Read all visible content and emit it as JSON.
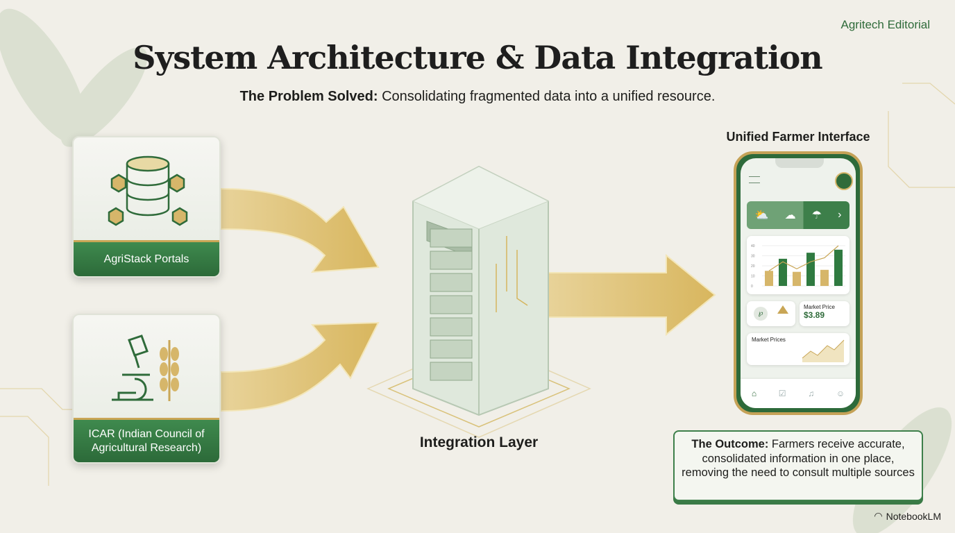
{
  "brand": "Agritech Editorial",
  "title": "System Architecture & Data Integration",
  "subtitle": {
    "lead": "The Problem Solved:",
    "text": " Consolidating fragmented data into a unified resource."
  },
  "sources": [
    {
      "label": "AgriStack Portals",
      "icon": "database-icon"
    },
    {
      "label": "ICAR (Indian Council of Agricultural Research)",
      "icon": "microscope-wheat-icon"
    }
  ],
  "integration": {
    "label": "Integration Layer",
    "icon": "server-tower-icon"
  },
  "phone": {
    "heading": "Unified Farmer Interface",
    "weather": [
      "sun-cloud-icon",
      "storm-icon",
      "rain-icon"
    ],
    "chart_data": {
      "type": "bar",
      "yticks": [
        0,
        10,
        20,
        30,
        40
      ],
      "ylim": [
        0,
        40
      ],
      "values": [
        15,
        27,
        14,
        33,
        16,
        36
      ],
      "colors": [
        "#d6b66a",
        "#2f7a40",
        "#d6b66a",
        "#2f7a40",
        "#d6b66a",
        "#2f7a40"
      ],
      "trend": [
        15,
        24,
        17,
        24,
        28,
        40
      ]
    },
    "market_price_label": "Market Price",
    "market_price_value": "$3.89",
    "market_prices_label": "Market Prices",
    "nav": [
      "home-icon",
      "tasks-icon",
      "bell-icon",
      "profile-icon"
    ]
  },
  "outcome": {
    "lead": "The Outcome:",
    "text": " Farmers receive accurate, consolidated information in one place, removing the need to consult multiple sources"
  },
  "footer": "NotebookLM",
  "colors": {
    "green": "#2f6b3a",
    "gold": "#c9a656"
  }
}
